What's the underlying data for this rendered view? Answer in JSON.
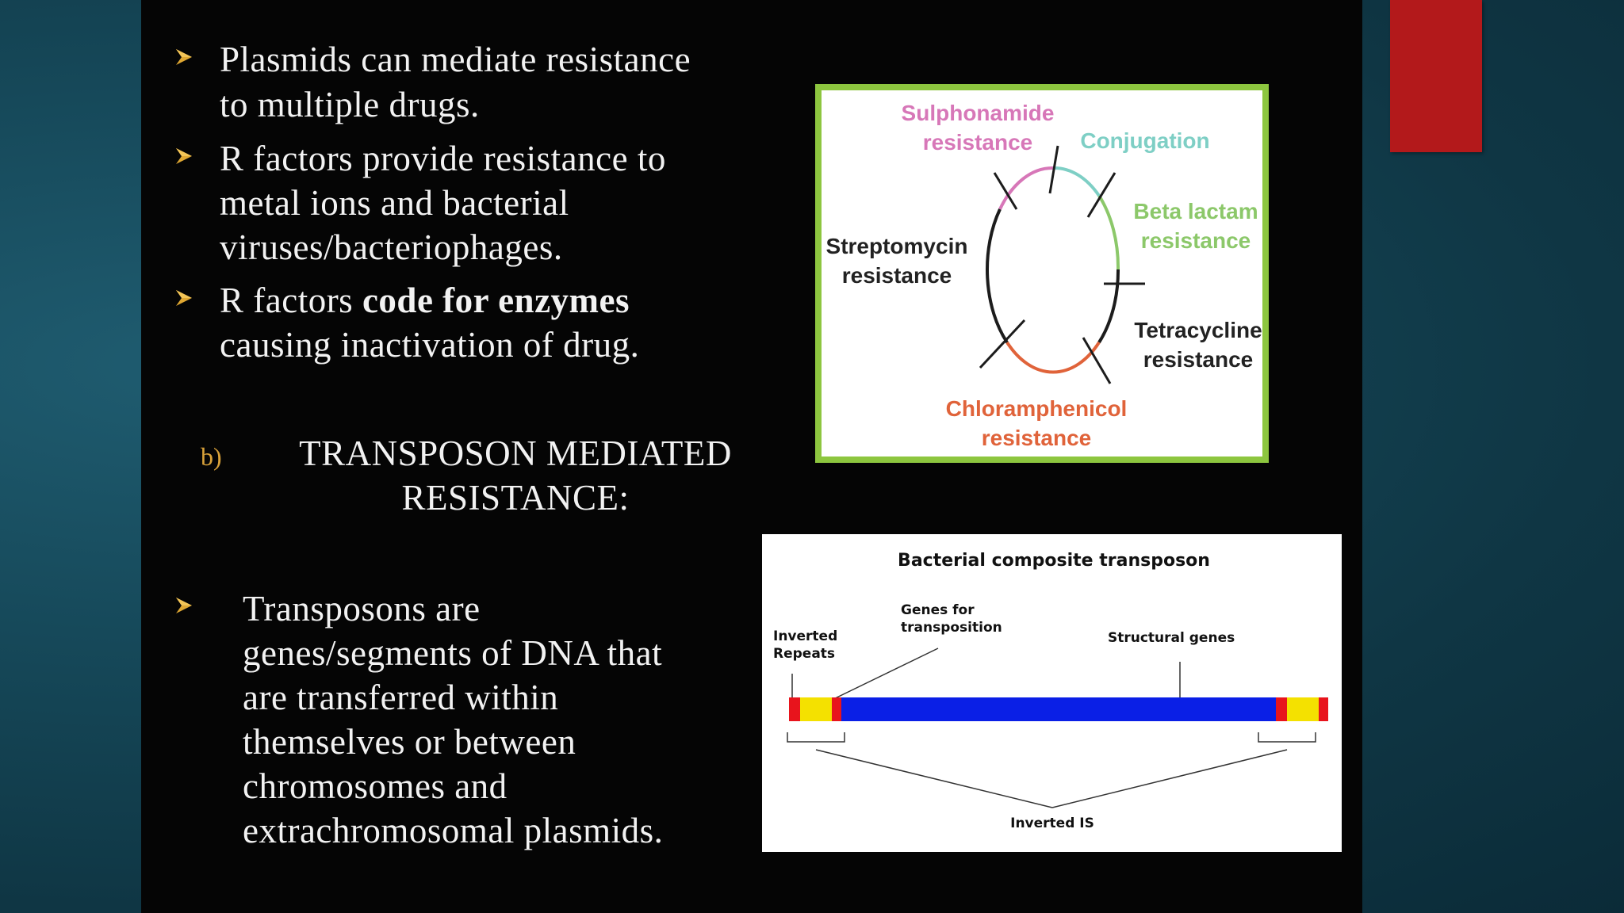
{
  "slide": {
    "bullets": [
      {
        "lines": [
          "Plasmids can mediate resistance",
          "to multiple drugs."
        ]
      },
      {
        "lines": [
          "R factors provide resistance to",
          "metal ions and bacterial",
          "viruses/bacteriophages."
        ]
      },
      {
        "line1_pre": "R factors ",
        "line1_bold": "code for enzymes",
        "line2": "causing inactivation of drug."
      }
    ],
    "section_marker": "b)",
    "section_heading": [
      "TRANSPOSON MEDIATED",
      "RESISTANCE:"
    ],
    "transposon_bullet": [
      "Transposons are",
      "genes/segments of DNA that",
      "are transferred within",
      "themselves or between",
      "chromosomes and",
      "extrachromosomal plasmids."
    ]
  },
  "plasmid_figure": {
    "labels": {
      "sulphonamide": [
        "Sulphonamide",
        "resistance"
      ],
      "conjugation": "Conjugation",
      "beta_lactam": [
        "Beta lactam",
        "resistance"
      ],
      "streptomycin": [
        "Streptomycin",
        "resistance"
      ],
      "tetracycline": [
        "Tetracycline",
        "resistance"
      ],
      "chloramphenicol": [
        "Chloramphenicol",
        "resistance"
      ]
    },
    "colors": {
      "sulphonamide": "#d777b8",
      "conjugation": "#7ecfc5",
      "beta_lactam": "#8cc86a",
      "streptomycin": "#222222",
      "tetracycline": "#222222",
      "chloramphenicol": "#e0633a",
      "border": "#8dc63f"
    }
  },
  "transposon_figure": {
    "title": "Bacterial composite transposon",
    "inverted_repeats": [
      "Inverted",
      "Repeats"
    ],
    "genes_for_transposition": [
      "Genes for",
      "transposition"
    ],
    "structural_genes": "Structural genes",
    "inverted_is": "Inverted IS",
    "colors": {
      "ends": "#e8141c",
      "is": "#f4e100",
      "core": "#0a1fe6"
    }
  },
  "colors": {
    "accent_tab": "#b3191b",
    "bullet_arrow": "#e0a832",
    "slide_bg": "#050505"
  }
}
